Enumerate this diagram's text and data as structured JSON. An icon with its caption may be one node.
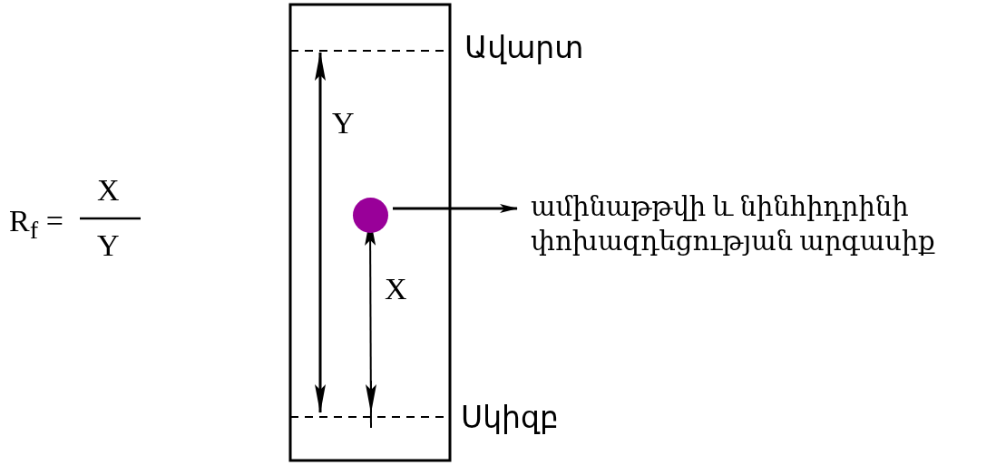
{
  "diagram": {
    "nodes": [
      {
        "text": [],
        "shape": "circle"
      },
      {
        "text": [
          "ամինաթթվի և նինհիդրինի փոխազդեցության արգասիք"
        ]
      }
    ],
    "edges": [
      {
        "from": 0,
        "to": 1,
        "arrow": "to"
      }
    ],
    "labels": [
      "Ավարտ",
      "Y",
      "R$_{f}$ =",
      "X",
      "Y",
      "X",
      "Սկիզբ"
    ]
  }
}
